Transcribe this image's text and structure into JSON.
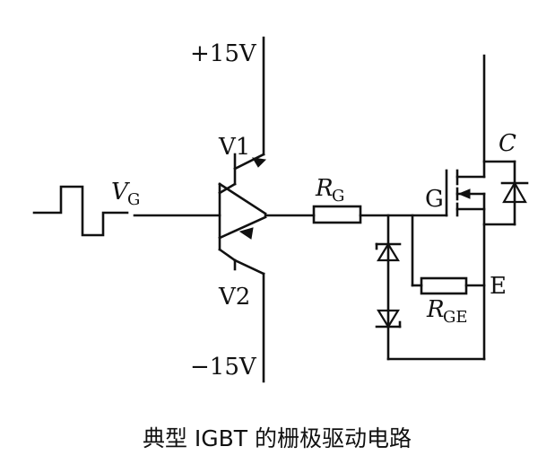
{
  "labels": {
    "vplus": "+15V",
    "vminus": "−15V",
    "v1": "V1",
    "v2": "V2",
    "vg_main": "V",
    "vg_sub": "G",
    "rg_main": "R",
    "rg_sub": "G",
    "gate": "G",
    "collector": "C",
    "emitter": "E",
    "rge_main": "R",
    "rge_sub": "GE"
  },
  "caption": "典型 IGBT 的栅极驱动电路"
}
